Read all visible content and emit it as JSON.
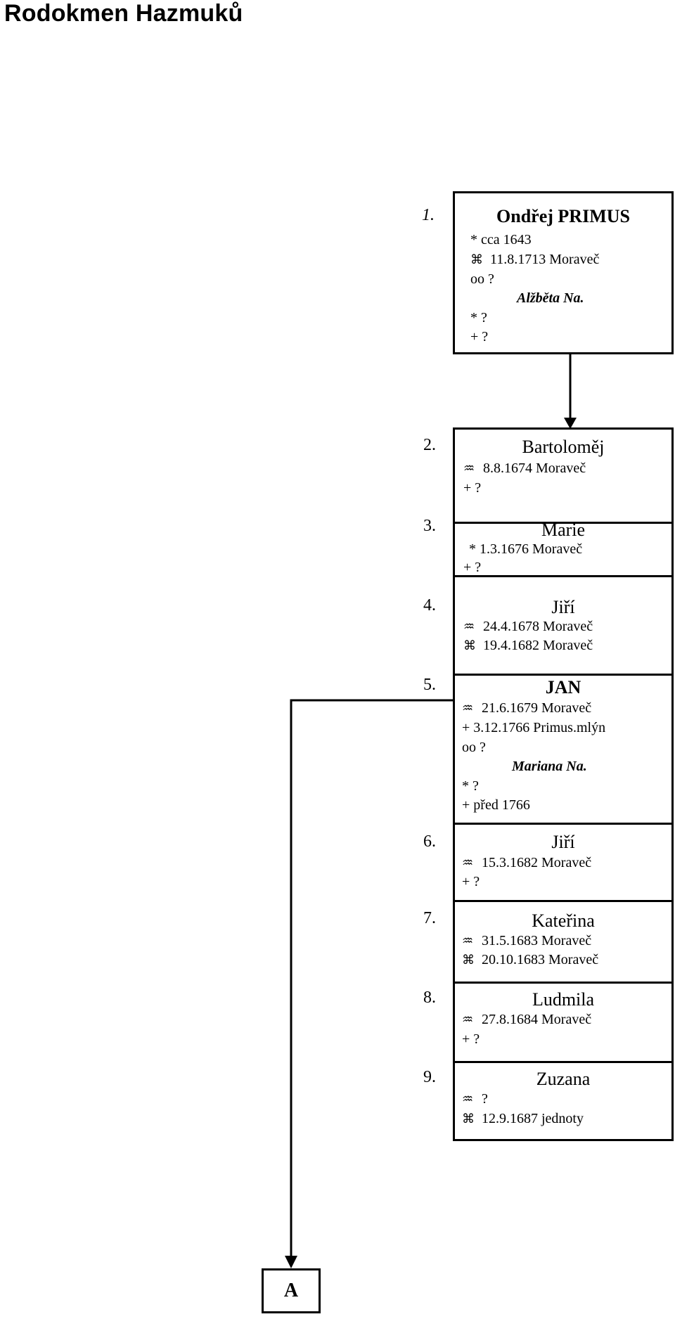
{
  "title": "Rodokmen  Hazmuků",
  "nodes": {
    "n1": {
      "num": "1.",
      "name": "Ondřej  PRIMUS",
      "born": "* cca 1643",
      "death_sym": "⌘",
      "death": "11.8.1713 Moraveč",
      "marriage": "oo ?",
      "spouse": "Alžběta Na.",
      "spouse_born": "* ?",
      "spouse_death": "+ ?"
    },
    "n2": {
      "num": "2.",
      "name": "Bartoloměj",
      "bapt_sym": "♒",
      "bapt": "8.8.1674 Moraveč",
      "death": "+ ?"
    },
    "n3": {
      "num": "3.",
      "name": "Marie",
      "born": "* 1.3.1676 Moraveč",
      "death": "+ ?"
    },
    "n4": {
      "num": "4.",
      "name": "Jiří",
      "bapt_sym": "♒",
      "bapt": "24.4.1678 Moraveč",
      "death_sym": "⌘",
      "death": "19.4.1682 Moraveč"
    },
    "n5": {
      "num": "5.",
      "name": "JAN",
      "bapt_sym": "♒",
      "bapt": "21.6.1679 Moraveč",
      "death": "+ 3.12.1766 Primus.mlýn",
      "marriage": "oo ?",
      "spouse": "Mariana Na.",
      "spouse_born": "* ?",
      "spouse_death": "+ před 1766"
    },
    "n6": {
      "num": "6.",
      "name": "Jiří",
      "bapt_sym": "♒",
      "bapt": "15.3.1682 Moraveč",
      "death": "+ ?"
    },
    "n7": {
      "num": "7.",
      "name": "Kateřina",
      "bapt_sym": "♒",
      "bapt": "31.5.1683 Moraveč",
      "death_sym": "⌘",
      "death": "20.10.1683 Moraveč"
    },
    "n8": {
      "num": "8.",
      "name": "Ludmila",
      "bapt_sym": "♒",
      "bapt": "27.8.1684 Moraveč",
      "death": "+ ?"
    },
    "n9": {
      "num": "9.",
      "name": "Zuzana",
      "bapt_sym": "♒",
      "bapt": "?",
      "death_sym": "⌘",
      "death": "12.9.1687 jednoty"
    }
  },
  "continuation": {
    "label": "A"
  }
}
